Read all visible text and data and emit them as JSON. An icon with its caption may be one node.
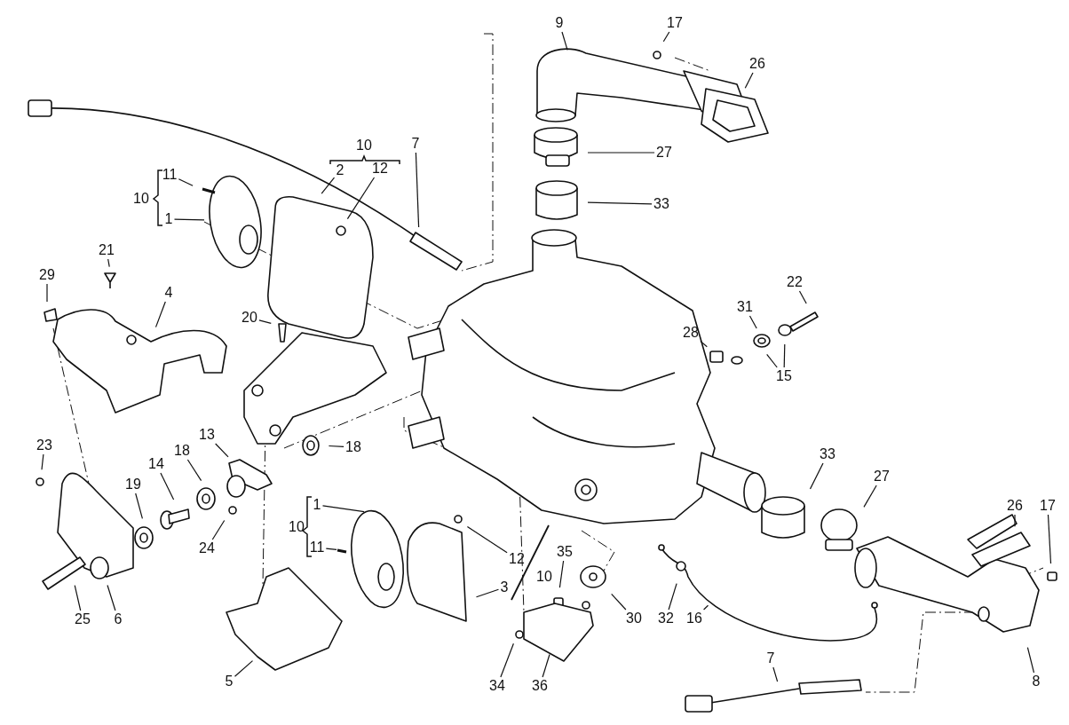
{
  "diagram": {
    "nodes": [
      {
        "text": [
          "9"
        ]
      },
      {
        "text": [
          "17"
        ]
      },
      {
        "text": [
          "26"
        ]
      },
      {
        "text": [
          "27"
        ]
      },
      {
        "text": [
          "33"
        ]
      },
      {
        "text": [
          "7"
        ]
      },
      {
        "text": [
          "2"
        ]
      },
      {
        "text": [
          "12"
        ]
      },
      {
        "text": [
          "11"
        ]
      },
      {
        "text": [
          "1"
        ]
      },
      {
        "text": [
          "21"
        ]
      },
      {
        "text": [
          "29"
        ]
      },
      {
        "text": [
          "4"
        ]
      },
      {
        "text": [
          "20"
        ]
      },
      {
        "text": [
          "22"
        ]
      },
      {
        "text": [
          "31"
        ]
      },
      {
        "text": [
          "28"
        ]
      },
      {
        "text": [
          "15"
        ]
      },
      {
        "text": [
          "18"
        ]
      },
      {
        "text": [
          "13"
        ]
      },
      {
        "text": [
          "23"
        ]
      },
      {
        "text": [
          "14"
        ]
      },
      {
        "text": [
          "18"
        ]
      },
      {
        "text": [
          "19"
        ]
      },
      {
        "text": [
          "24"
        ]
      },
      {
        "text": [
          "25"
        ]
      },
      {
        "text": [
          "6"
        ]
      },
      {
        "text": [
          "1"
        ]
      },
      {
        "text": [
          "11"
        ]
      },
      {
        "text": [
          "5"
        ]
      },
      {
        "text": [
          "12"
        ]
      },
      {
        "text": [
          "3"
        ]
      },
      {
        "text": [
          "35"
        ]
      },
      {
        "text": [
          "30"
        ]
      },
      {
        "text": [
          "34"
        ]
      },
      {
        "text": [
          "36"
        ]
      },
      {
        "text": [
          "32"
        ]
      },
      {
        "text": [
          "16"
        ]
      },
      {
        "text": [
          "33"
        ]
      },
      {
        "text": [
          "27"
        ]
      },
      {
        "text": [
          "26"
        ]
      },
      {
        "text": [
          "17"
        ]
      },
      {
        "text": [
          "8"
        ]
      },
      {
        "text": [
          "7"
        ]
      }
    ],
    "edges": [
      {
        "from": 0,
        "to": null,
        "arrow": "none"
      },
      {
        "from": 1,
        "to": null,
        "arrow": "none"
      },
      {
        "from": 2,
        "to": null,
        "arrow": "none"
      },
      {
        "from": 3,
        "to": null,
        "arrow": "none"
      },
      {
        "from": 4,
        "to": null,
        "arrow": "none"
      },
      {
        "from": 5,
        "to": null,
        "arrow": "none"
      },
      {
        "from": 6,
        "to": null,
        "arrow": "none"
      },
      {
        "from": 7,
        "to": null,
        "arrow": "none"
      },
      {
        "from": 8,
        "to": null,
        "arrow": "none"
      },
      {
        "from": 9,
        "to": null,
        "arrow": "none"
      },
      {
        "from": 10,
        "to": null,
        "arrow": "none"
      },
      {
        "from": 11,
        "to": null,
        "arrow": "none"
      },
      {
        "from": 12,
        "to": null,
        "arrow": "none"
      },
      {
        "from": 13,
        "to": null,
        "arrow": "none"
      },
      {
        "from": 14,
        "to": null,
        "arrow": "none"
      },
      {
        "from": 15,
        "to": null,
        "arrow": "none"
      },
      {
        "from": 16,
        "to": null,
        "arrow": "none"
      },
      {
        "from": 17,
        "to": null,
        "arrow": "none"
      },
      {
        "from": 17,
        "to": null,
        "arrow": "none"
      },
      {
        "from": 18,
        "to": null,
        "arrow": "none"
      },
      {
        "from": 19,
        "to": null,
        "arrow": "none"
      },
      {
        "from": 20,
        "to": null,
        "arrow": "none"
      },
      {
        "from": 21,
        "to": null,
        "arrow": "none"
      },
      {
        "from": 22,
        "to": null,
        "arrow": "none"
      },
      {
        "from": 23,
        "to": null,
        "arrow": "none"
      },
      {
        "from": 24,
        "to": null,
        "arrow": "none"
      },
      {
        "from": 25,
        "to": null,
        "arrow": "none"
      },
      {
        "from": 26,
        "to": null,
        "arrow": "none"
      },
      {
        "from": 27,
        "to": null,
        "arrow": "none"
      },
      {
        "from": 28,
        "to": null,
        "arrow": "none"
      },
      {
        "from": 29,
        "to": null,
        "arrow": "none"
      },
      {
        "from": 30,
        "to": null,
        "arrow": "none"
      },
      {
        "from": 31,
        "to": null,
        "arrow": "none"
      },
      {
        "from": 32,
        "to": null,
        "arrow": "none"
      },
      {
        "from": 33,
        "to": null,
        "arrow": "none"
      },
      {
        "from": 34,
        "to": null,
        "arrow": "none"
      },
      {
        "from": 35,
        "to": null,
        "arrow": "none"
      },
      {
        "from": 36,
        "to": null,
        "arrow": "none"
      },
      {
        "from": 37,
        "to": null,
        "arrow": "none"
      },
      {
        "from": 38,
        "to": null,
        "arrow": "none"
      },
      {
        "from": 39,
        "to": null,
        "arrow": "none"
      },
      {
        "from": 40,
        "to": null,
        "arrow": "none"
      },
      {
        "from": 41,
        "to": null,
        "arrow": "none"
      },
      {
        "from": 42,
        "to": null,
        "arrow": "none"
      },
      {
        "from": 43,
        "to": null,
        "arrow": "none"
      }
    ],
    "labels": [
      "10",
      "10",
      "10",
      "10"
    ]
  }
}
